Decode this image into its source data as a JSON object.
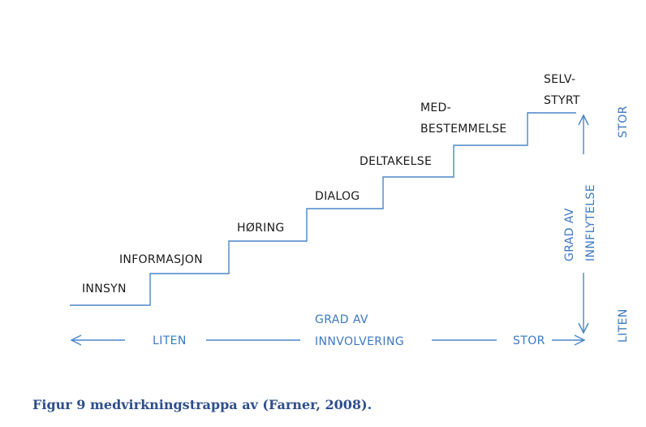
{
  "diagram": {
    "steps": [
      {
        "lines": [
          "INNSYN"
        ]
      },
      {
        "lines": [
          "INFORMASJON"
        ]
      },
      {
        "lines": [
          "HØRING"
        ]
      },
      {
        "lines": [
          "DIALOG"
        ]
      },
      {
        "lines": [
          "DELTAKELSE"
        ]
      },
      {
        "lines": [
          "MED-",
          "BESTEMMELSE"
        ]
      },
      {
        "lines": [
          "SELV-",
          "STYRT"
        ]
      }
    ],
    "horizontal_axis": {
      "low_label": "LITEN",
      "title_line1": "GRAD AV",
      "title_line2": "INNVOLVERING",
      "high_label": "STOR"
    },
    "vertical_axis": {
      "high_label": "STOR",
      "title_line1": "GRAD AV",
      "title_line2": "INNFLYTELSE",
      "low_label": "LITEN"
    },
    "colors": {
      "line": "#4a86c8",
      "axis_text": "#3d78c2",
      "step_text": "#1a1a1a",
      "caption": "#2e4f8c"
    }
  },
  "caption": "Figur 9 medvirkningstrappa av (Farner, 2008)."
}
